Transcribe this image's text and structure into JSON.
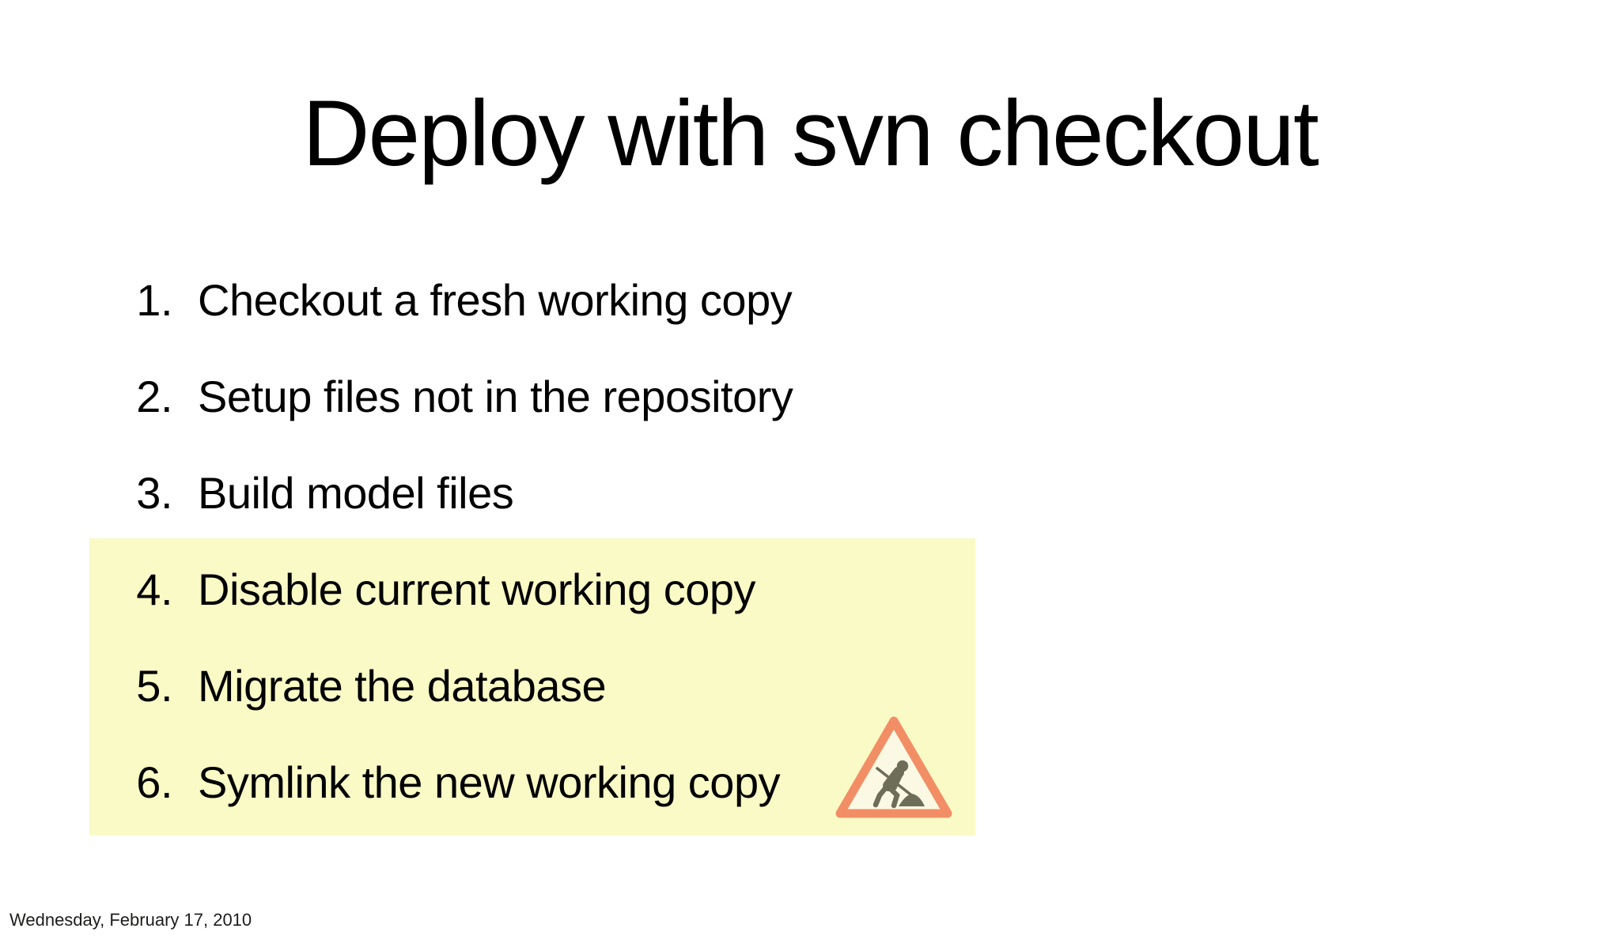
{
  "slide": {
    "title": "Deploy with svn checkout",
    "steps": [
      {
        "num": "1.",
        "text": "Checkout a fresh working copy"
      },
      {
        "num": "2.",
        "text": "Setup files not in the repository"
      },
      {
        "num": "3.",
        "text": "Build model files"
      },
      {
        "num": "4.",
        "text": "Disable current working copy",
        "highlighted": true
      },
      {
        "num": "5.",
        "text": "Migrate the database",
        "highlighted": true
      },
      {
        "num": "6.",
        "text": "Symlink the new working copy",
        "highlighted": true
      }
    ],
    "sign": {
      "symbol": "roadworks-men-at-work-sign"
    },
    "footer": "Wednesday, February 17, 2010",
    "colors": {
      "background": "#FFFFFF",
      "text": "#000000",
      "highlight": "#FAFAC6",
      "sign_border": "#F28E65",
      "sign_face": "#FBF9E4",
      "sign_figure": "#6E6E58",
      "footer_text": "#1D1D1B"
    }
  }
}
